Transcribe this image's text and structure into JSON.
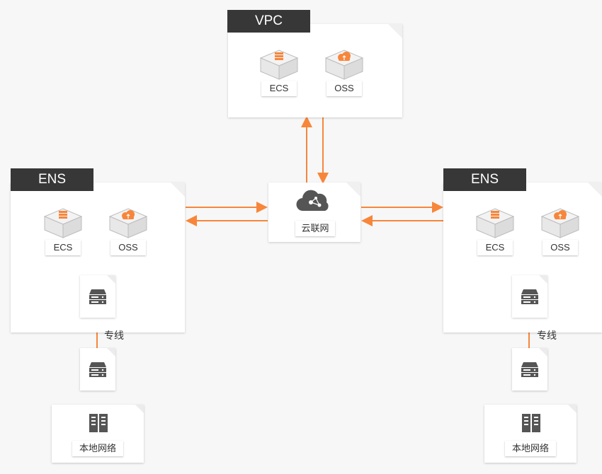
{
  "vpc": {
    "title": "VPC",
    "ecs_label": "ECS",
    "oss_label": "OSS"
  },
  "ens_left": {
    "title": "ENS",
    "ecs_label": "ECS",
    "oss_label": "OSS",
    "line_label": "专线",
    "local_label": "本地网络"
  },
  "ens_right": {
    "title": "ENS",
    "ecs_label": "ECS",
    "oss_label": "OSS",
    "line_label": "专线",
    "local_label": "本地网络"
  },
  "hub": {
    "label": "云联网"
  },
  "colors": {
    "accent": "#f7863b",
    "tab": "#373737",
    "icon_gray": "#555555"
  },
  "icons": {
    "ecs": "server-stack-icon",
    "oss": "cloud-storage-icon",
    "hub": "cloud-network-icon",
    "server": "server-icon",
    "local": "building-icon"
  }
}
